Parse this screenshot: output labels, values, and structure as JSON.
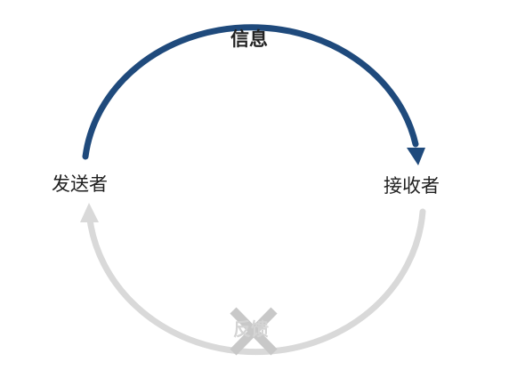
{
  "labels": {
    "message": "信息",
    "sender": "发送者",
    "receiver": "接收者",
    "feedback": "反馈"
  },
  "colors": {
    "message_arc": "#1f4a7c",
    "feedback_arc": "#d9d9d9",
    "cross_mark": "#c8c8c8",
    "feedback_text": "#d4d4d4"
  },
  "icons": {
    "message_arrow": "arrow-down-head",
    "feedback_arrow": "arrow-up-head",
    "blocked_mark": "cross-x"
  }
}
